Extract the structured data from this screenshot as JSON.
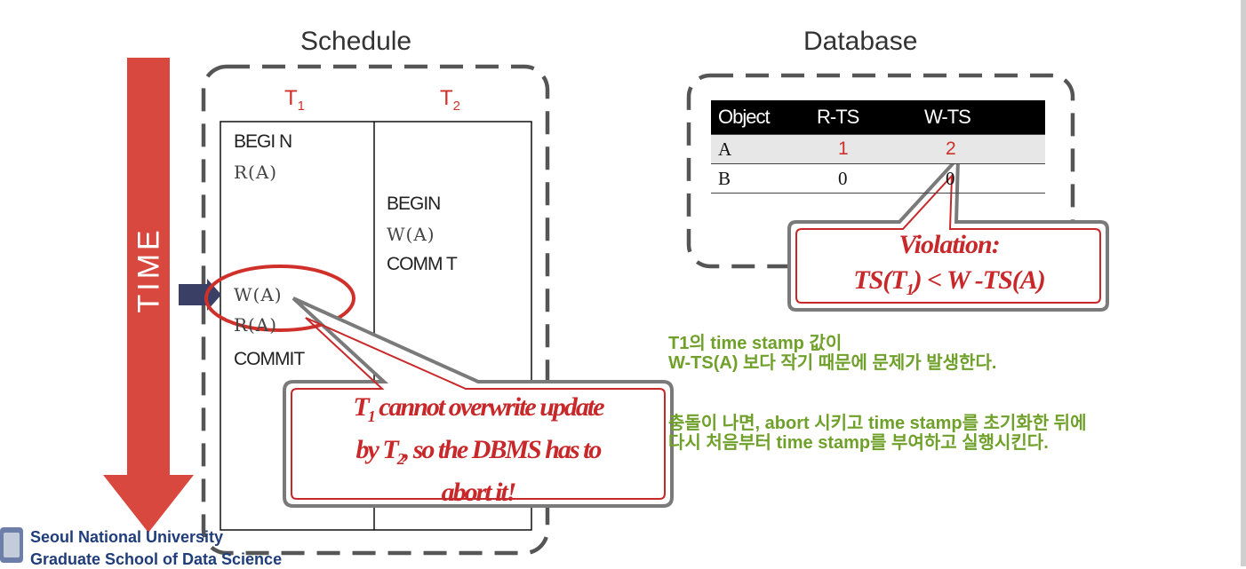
{
  "schedule": {
    "title": "Schedule",
    "t1_header": "T",
    "t1_sub": "1",
    "t2_header": "T",
    "t2_sub": "2",
    "t1_ops": {
      "begin": "BEGI N",
      "read1": "R(A)",
      "write": "W(A)",
      "read2": "R(A)",
      "commit": "COMMIT"
    },
    "t2_ops": {
      "begin": "BEGIN",
      "write": "W(A)",
      "commit": "COMM T"
    },
    "time_label": "TIME"
  },
  "database": {
    "title": "Database",
    "columns": [
      "Object",
      "R-TS",
      "W-TS"
    ],
    "rows": [
      [
        "A",
        "1",
        "2"
      ],
      [
        "B",
        "0",
        "0"
      ]
    ]
  },
  "violation": {
    "line1": "Violation:",
    "line2_a": "TS(T",
    "line2_sub": "1",
    "line2_b": ") < W -TS(A)"
  },
  "abort_bubble": {
    "line1_a": "T",
    "line1_sub": "1",
    "line1_b": " cannot overwrite update",
    "line2_a": "by T",
    "line2_sub": "2",
    "line2_b": ", so the DBMS has to",
    "line3": "abort it!"
  },
  "notes": {
    "p1_line1": "T1의 time stamp 값이",
    "p1_line2": "W-TS(A) 보다 작기 때문에 문제가 발생한다.",
    "p2_line1": "충돌이 나면, abort 시키고 time stamp를 초기화한 뒤에",
    "p2_line2": "다시 처음부터 time stamp를 부여하고 실행시킨다."
  },
  "logo": {
    "line1": "Seoul National University",
    "line2": "Graduate School of Data Science"
  },
  "colors": {
    "accent_red": "#d9483f",
    "note_green": "#6fa12a",
    "arrow_navy": "#3a3f66",
    "dashed_gray": "#555555"
  }
}
